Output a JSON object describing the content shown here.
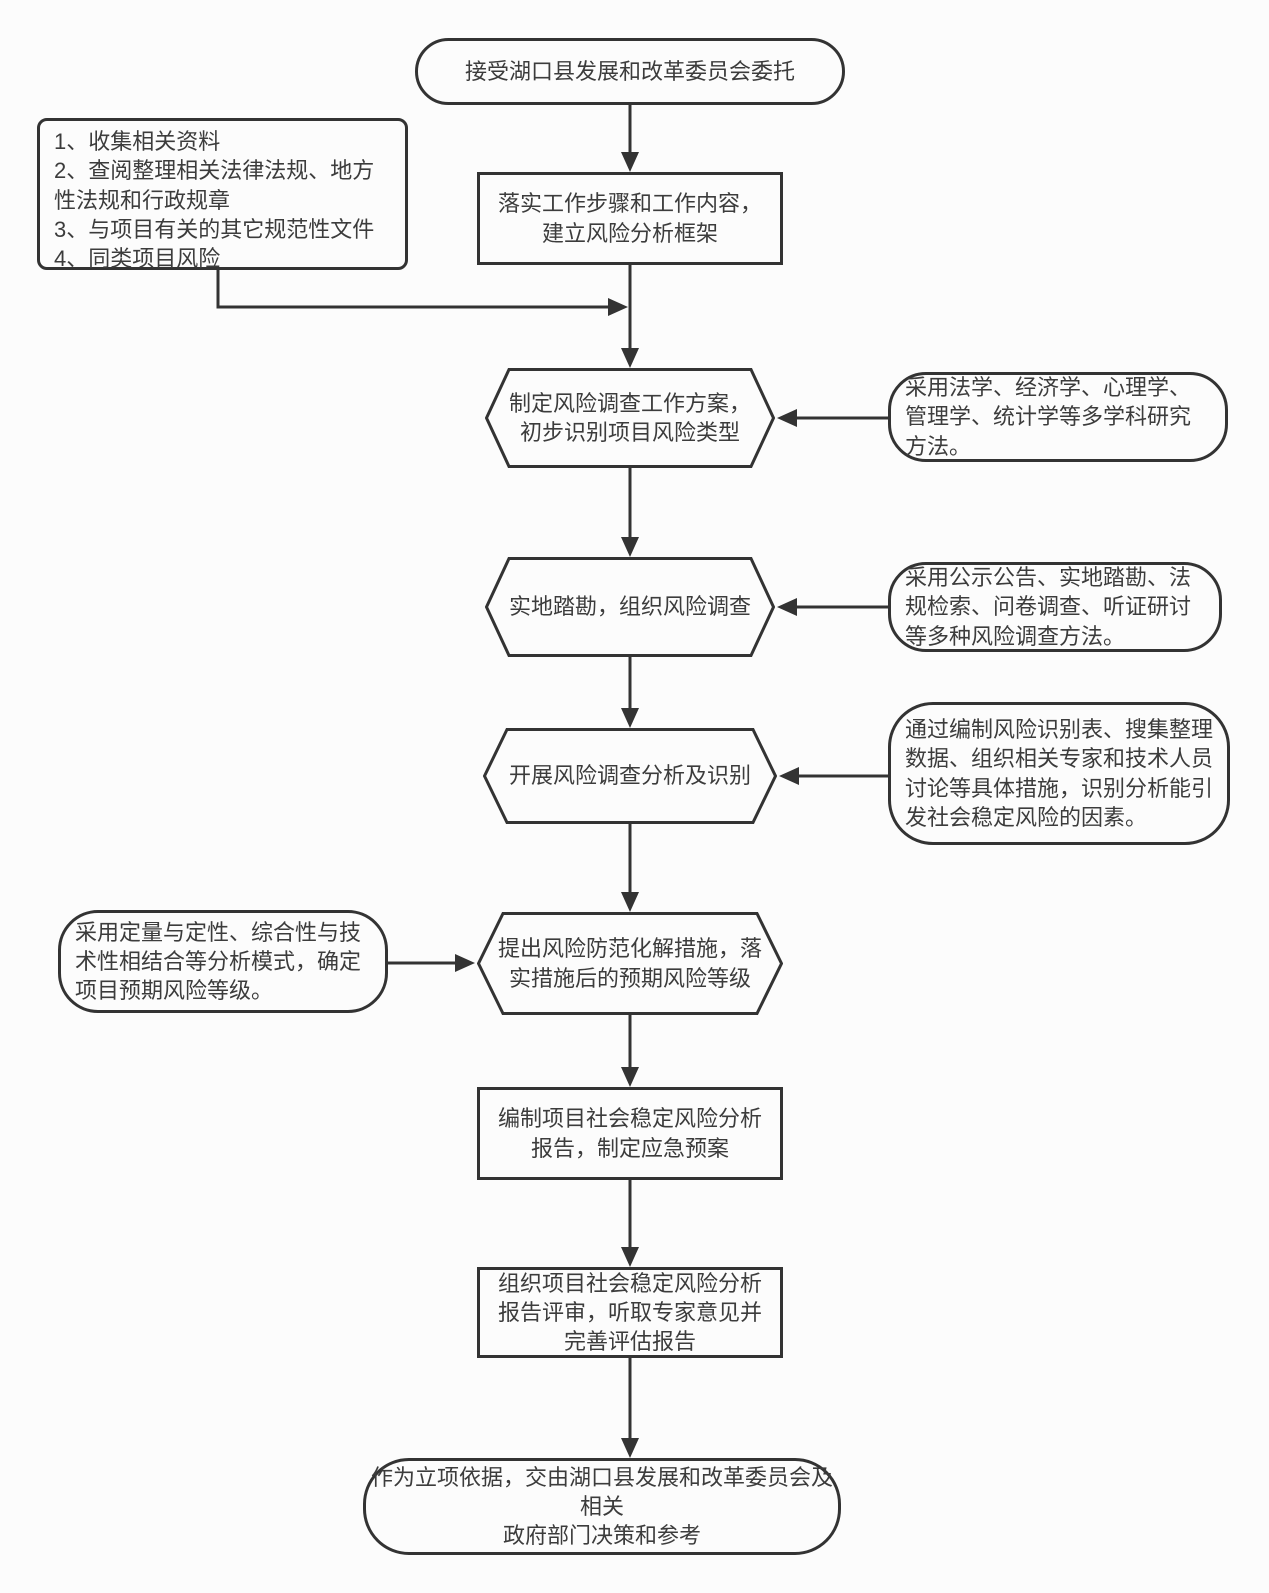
{
  "colors": {
    "background": "#fcfcfc",
    "stroke": "#333333",
    "text": "#3c3c3c"
  },
  "nodes": {
    "start": {
      "label": "接受湖口县发展和改革委员会委托"
    },
    "materials": {
      "label": "1、收集相关资料\n2、查阅整理相关法律法规、地方性法规和行政规章\n3、与项目有关的其它规范性文件\n4、同类项目风险"
    },
    "framework": {
      "label": "落实工作步骤和工作内容，\n建立风险分析框架"
    },
    "plan": {
      "label": "制定风险调查工作方案，\n初步识别项目风险类型"
    },
    "note_research_methods": {
      "label": "采用法学、经济学、心理学、\n管理学、统计学等多学科研究\n方法。"
    },
    "survey": {
      "label": "实地踏勘，组织风险调查"
    },
    "note_survey_methods": {
      "label": "采用公示公告、实地踏勘、法\n规检索、问卷调查、听证研讨\n等多种风险调查方法。"
    },
    "analysis": {
      "label": "开展风险调查分析及识别"
    },
    "note_identification": {
      "label": "通过编制风险识别表、搜集整理\n数据、组织相关专家和技术人员\n讨论等具体措施，识别分析能引\n发社会稳定风险的因素。"
    },
    "note_grade_mode": {
      "label": "采用定量与定性、综合性与技\n术性相结合等分析模式，确定\n项目预期风险等级。"
    },
    "measures": {
      "label": "提出风险防范化解措施，落\n实措施后的预期风险等级"
    },
    "report": {
      "label": "编制项目社会稳定风险分析\n报告，制定应急预案"
    },
    "review": {
      "label": "组织项目社会稳定风险分析\n报告评审，听取专家意见并\n完善评估报告"
    },
    "end": {
      "label": "作为立项依据，交由湖口县发展和改革委员会及相关\n政府部门决策和参考"
    }
  }
}
